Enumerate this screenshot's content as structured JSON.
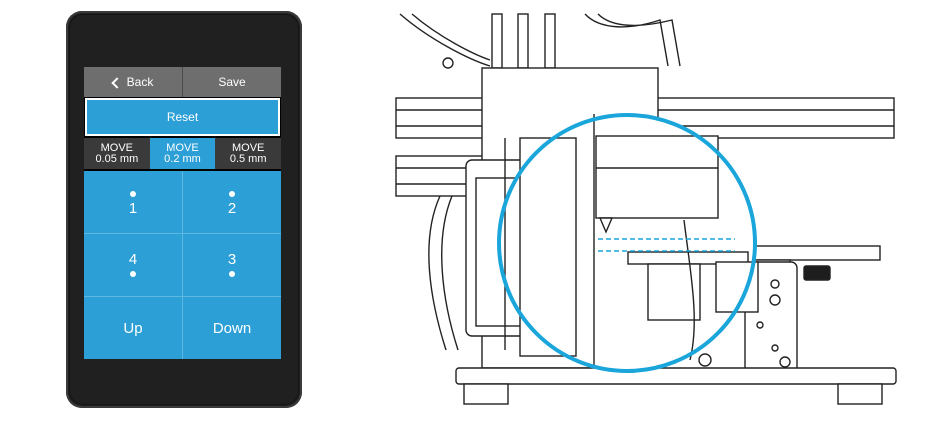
{
  "topbar": {
    "back_label": "Back",
    "save_label": "Save"
  },
  "reset_label": "Reset",
  "move_options": [
    {
      "line1": "MOVE",
      "line2": "0.05 mm",
      "selected": false
    },
    {
      "line1": "MOVE",
      "line2": "0.2 mm",
      "selected": true
    },
    {
      "line1": "MOVE",
      "line2": "0.5 mm",
      "selected": false
    }
  ],
  "grid": {
    "point1": "1",
    "point2": "2",
    "point4": "4",
    "point3": "3",
    "up": "Up",
    "down": "Down"
  },
  "colors": {
    "accent": "#2b9fd6",
    "highlight_circle": "#1aa6db",
    "button_gray": "#6e6e6e",
    "move_gray": "#3a3a3a",
    "device_bezel": "#202020"
  },
  "icons": [
    "chevron-left-icon"
  ]
}
